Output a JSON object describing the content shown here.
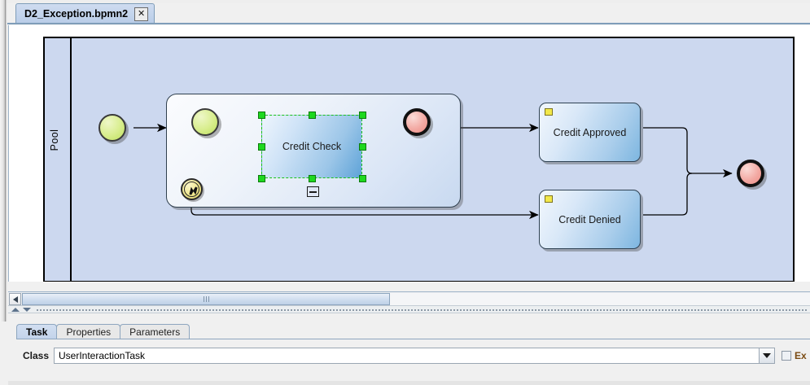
{
  "editor": {
    "tab": {
      "label": "D2_Exception.bpmn2",
      "close_icon": "close-icon",
      "close_glyph": "✕"
    }
  },
  "diagram": {
    "pool": {
      "label": "Pool"
    },
    "start_event": {
      "name": "start-event",
      "label": ""
    },
    "subprocess": {
      "label": "",
      "collapse_marker": "−",
      "inner_start_event": {
        "label": ""
      },
      "inner_end_event": {
        "label": ""
      },
      "selected_task": {
        "label": "Credit Check",
        "selected": true
      }
    },
    "boundary_event": {
      "name": "error-boundary-event",
      "label": ""
    },
    "tasks": [
      {
        "label": "Credit Approved",
        "marker": "user-task-marker",
        "marker_color": "#f2e84a"
      },
      {
        "label": "Credit Denied",
        "marker": "user-task-marker",
        "marker_color": "#f2e84a"
      }
    ],
    "end_event": {
      "label": ""
    },
    "colors": {
      "pool_fill": "#ccd8ef",
      "start_event_fill": "#d9ee90",
      "end_event_fill": "#f3aaa4",
      "task_fill": "#a9cdeb",
      "selection": "#19c219",
      "boundary_fill": "#efe68d"
    }
  },
  "hscrollbar": {
    "left_arrow": "◀",
    "grip": "|||"
  },
  "divider": {
    "up_icon": "collapse-up-icon",
    "down_icon": "collapse-down-icon"
  },
  "properties": {
    "tabs": [
      {
        "label": "Task",
        "active": true
      },
      {
        "label": "Properties",
        "active": false
      },
      {
        "label": "Parameters",
        "active": false
      }
    ],
    "class_row": {
      "label": "Class",
      "value": "UserInteractionTask",
      "placeholder": "",
      "dropdown_icon": "chevron-down-icon",
      "checkbox_checked": false,
      "checkbox_label": "Ex"
    }
  }
}
